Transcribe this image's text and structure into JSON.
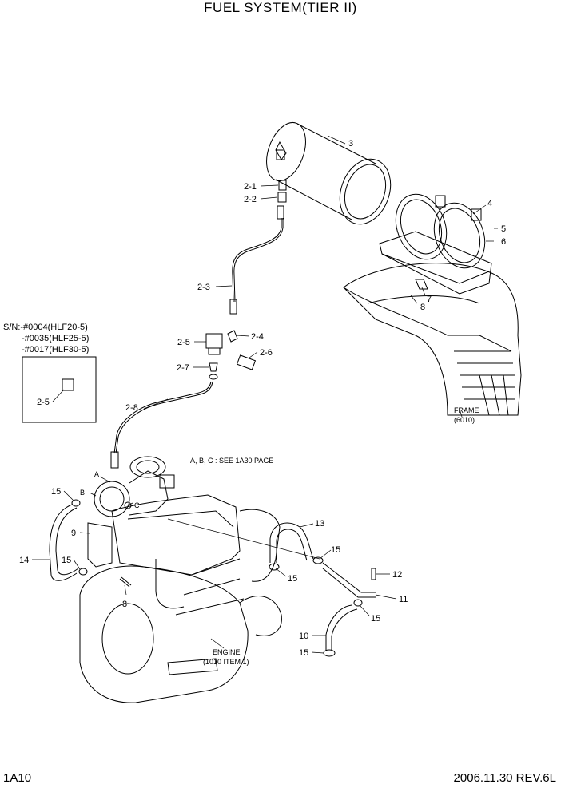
{
  "title": "FUEL SYSTEM(TIER II)",
  "footer": {
    "page_code": "1A10",
    "date_rev": "2006.11.30  REV.6L"
  },
  "serial_note": [
    "S/N:-#0004(HLF20-5)",
    "-#0035(HLF25-5)",
    "-#0017(HLF30-5)"
  ],
  "notes": {
    "see_page": "A, B, C : SEE 1A30 PAGE",
    "frame": [
      "FRAME",
      "(6010)"
    ],
    "engine": [
      "ENGINE",
      "(1010 ITEM 1)"
    ]
  },
  "letters": {
    "a": "A",
    "b": "B",
    "c": "C"
  },
  "callouts": {
    "c3": "3",
    "c2_1": "2-1",
    "c2_2": "2-2",
    "c4": "4",
    "c5": "5",
    "c6": "6",
    "c2_3": "2-3",
    "c7": "7",
    "c8_top": "8",
    "c2_4": "2-4",
    "c2_5": "2-5",
    "c2_6": "2-6",
    "c2_7": "2-7",
    "c2_5_inset": "2-5",
    "c2_8": "2-8",
    "c15_a": "15",
    "c9": "9",
    "c14": "14",
    "c15_b": "15",
    "c8_bottom": "8",
    "c13": "13",
    "c15_c": "15",
    "c15_d": "15",
    "c12": "12",
    "c11": "11",
    "c15_e": "15",
    "c10": "10",
    "c15_f": "15"
  }
}
